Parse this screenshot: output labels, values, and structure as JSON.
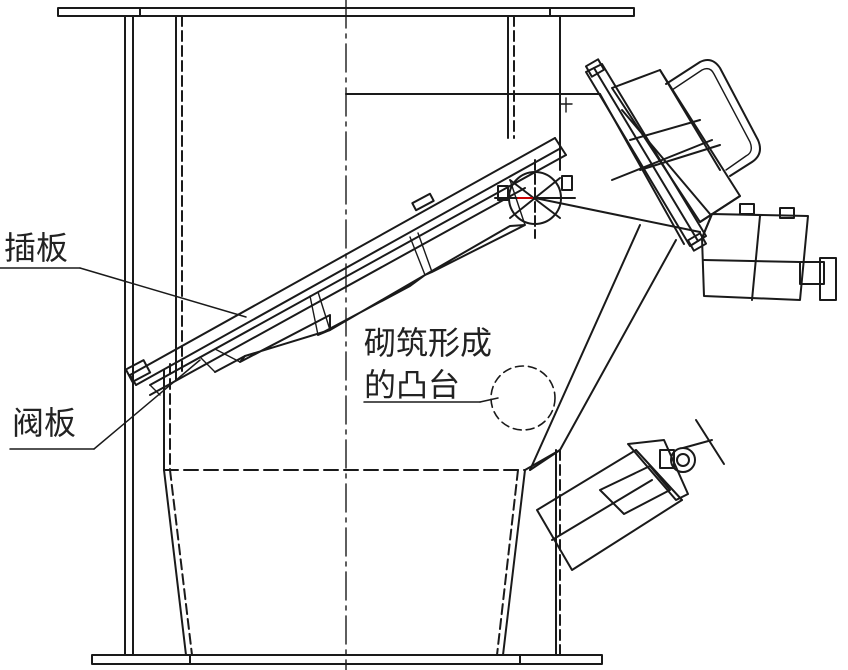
{
  "labels": {
    "insert_plate": "插板",
    "valve_plate": "阀板",
    "boss_line1": "砌筑形成",
    "boss_line2": "的凸台"
  },
  "colors": {
    "stroke": "#1a1a1a",
    "background": "#ffffff",
    "accent": "#cc0000"
  }
}
